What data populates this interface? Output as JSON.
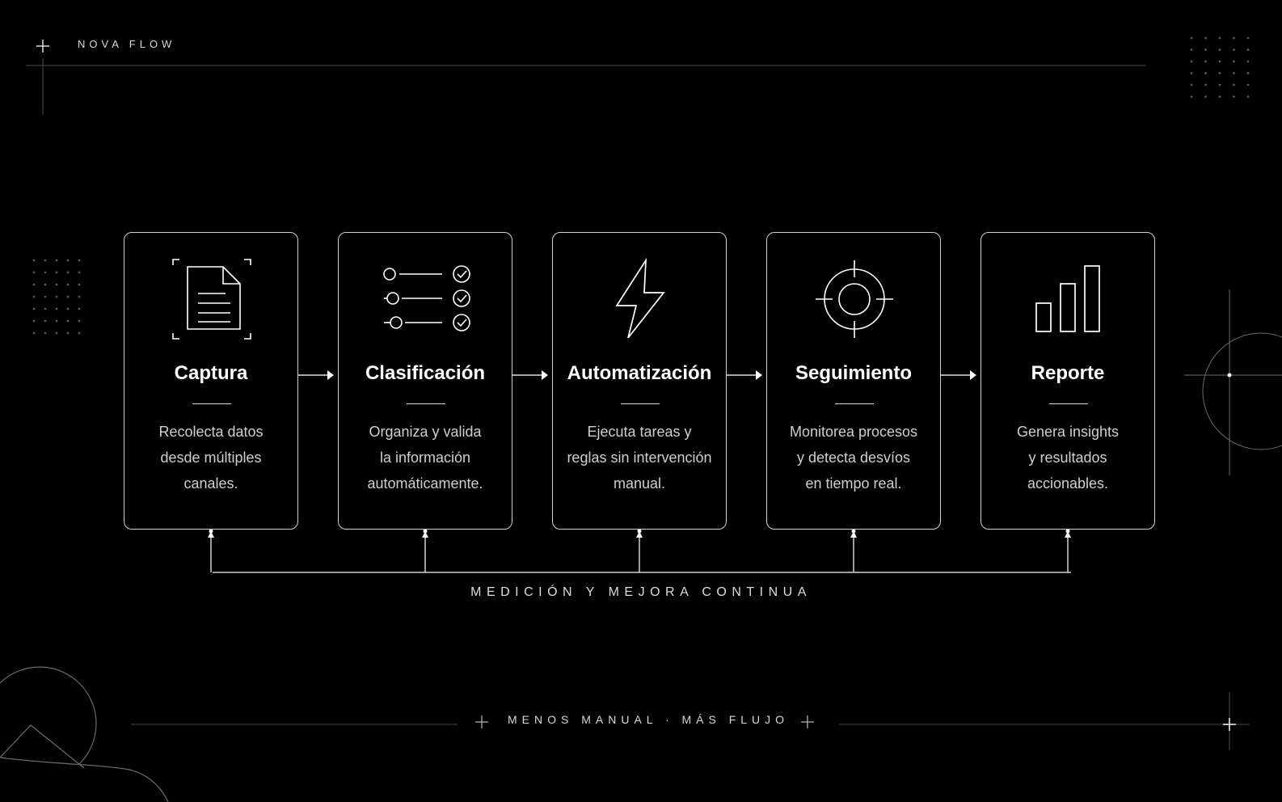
{
  "brand": {
    "name": "NOVA FLOW"
  },
  "stages": [
    {
      "title": "Captura",
      "icon": "document-scan-icon",
      "lines": [
        "Recolecta datos",
        "desde múltiples",
        "canales."
      ]
    },
    {
      "title": "Clasificación",
      "icon": "checklist-icon",
      "lines": [
        "Organiza y valida",
        "la información",
        "automáticamente."
      ]
    },
    {
      "title": "Automatización",
      "icon": "lightning-icon",
      "lines": [
        "Ejecuta tareas y",
        "reglas sin intervención",
        "manual."
      ]
    },
    {
      "title": "Seguimiento",
      "icon": "crosshair-target-icon",
      "lines": [
        "Monitorea procesos",
        "y detecta desvíos",
        "en tiempo real."
      ]
    },
    {
      "title": "Reporte",
      "icon": "bar-chart-icon",
      "lines": [
        "Genera insights",
        "y resultados",
        "accionables."
      ]
    }
  ],
  "feedback_loop": {
    "label": "MEDICIÓN Y MEJORA CONTINUA"
  },
  "footer": {
    "tagline": "MENOS MANUAL · MÁS FLUJO"
  },
  "colors": {
    "background": "#000000",
    "foreground": "#ffffff",
    "line": "#d0d0d0",
    "muted": "#5a5a5a"
  }
}
